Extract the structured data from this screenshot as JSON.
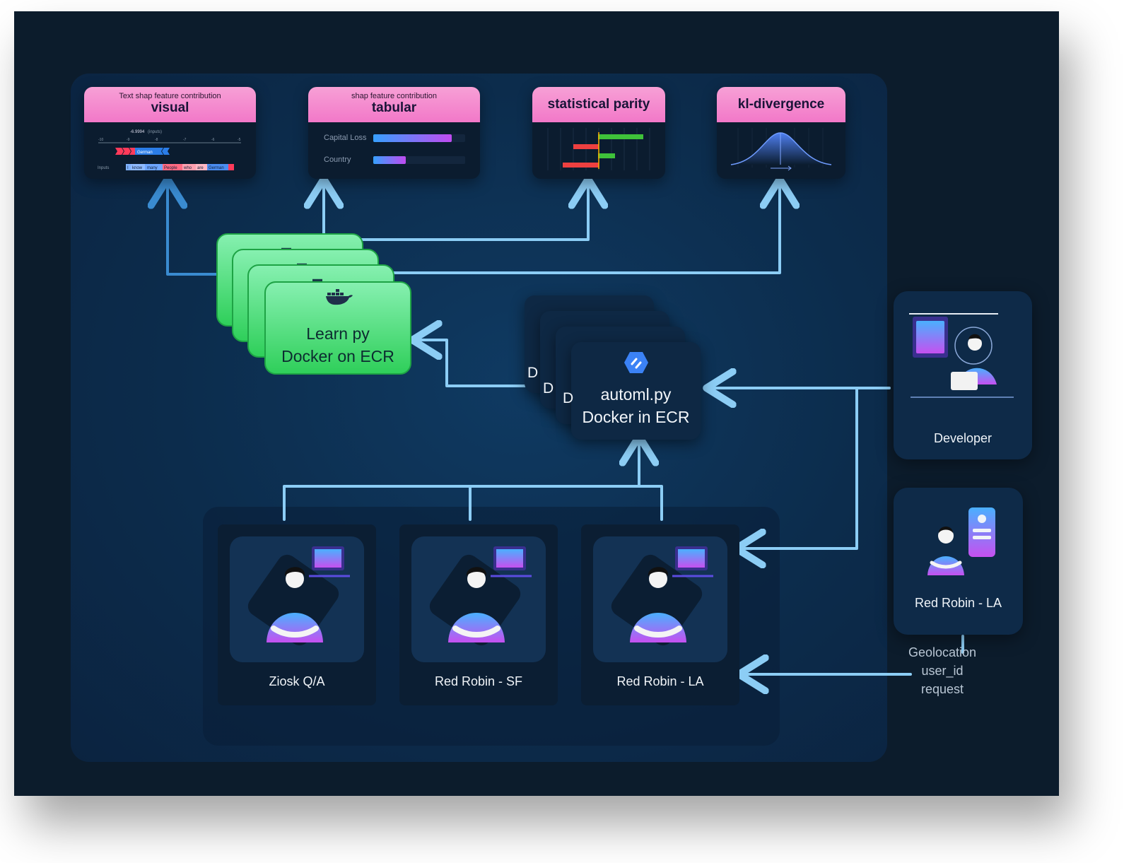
{
  "cards": {
    "visual": {
      "subtitle": "Text shap feature contribution",
      "title": "visual",
      "value_label": "-6.9994",
      "value_suffix": "(inputs)",
      "axis_ticks": [
        "-10",
        "-9",
        "-8",
        "-7",
        "-6",
        "-5"
      ],
      "highlight_word": "German",
      "inputs_label": "Inputs",
      "tokens": [
        "I",
        "know",
        "many",
        "People",
        "who",
        "are",
        "German"
      ]
    },
    "tabular": {
      "subtitle": "shap feature contribution",
      "title": "tabular",
      "rows": [
        {
          "label": "Capital Loss",
          "value": 0.85
        },
        {
          "label": "Country",
          "value": 0.35
        }
      ]
    },
    "parity": {
      "title": "statistical parity"
    },
    "kl": {
      "title": "kl-divergence"
    }
  },
  "learn": {
    "line1": "Learn py",
    "line2": "Docker on ECR"
  },
  "automl": {
    "line1": "automl.py",
    "line2": "Docker in ECR",
    "stack_letters": [
      "D",
      "D",
      "D"
    ]
  },
  "developer": {
    "label": "Developer"
  },
  "mobile": {
    "label": "Red Robin - LA"
  },
  "clients": [
    {
      "label": "Ziosk Q/A"
    },
    {
      "label": "Red Robin - SF"
    },
    {
      "label": "Red Robin - LA"
    }
  ],
  "request": {
    "line1": "Geolocation",
    "line2": "user_id",
    "line3": "request"
  },
  "colors": {
    "arrow": "#7cc4f2",
    "arrow_dark": "#2e7fc0",
    "green": "#34d160",
    "pink": "#f48fd0"
  }
}
